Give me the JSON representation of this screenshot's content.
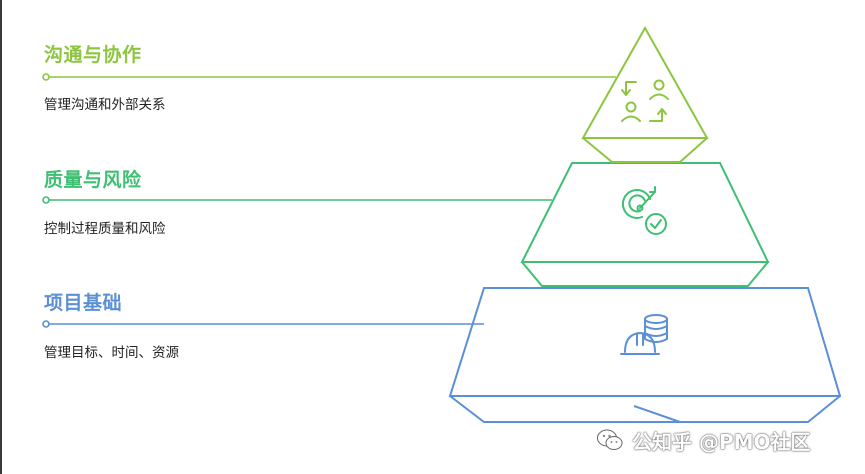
{
  "colors": {
    "top": "#8cc63f",
    "middle": "#3fbf73",
    "bottom": "#5b8fd6"
  },
  "layers": [
    {
      "title": "沟通与协作",
      "description": "管理沟通和外部关系",
      "icon": "people-exchange-icon"
    },
    {
      "title": "质量与风险",
      "description": "控制过程质量和风险",
      "icon": "target-check-icon"
    },
    {
      "title": "项目基础",
      "description": "管理目标、时间、资源",
      "icon": "helmet-database-icon"
    }
  ],
  "watermark": {
    "text": "公知乎 @PMO社区",
    "icon": "wechat-icon"
  }
}
